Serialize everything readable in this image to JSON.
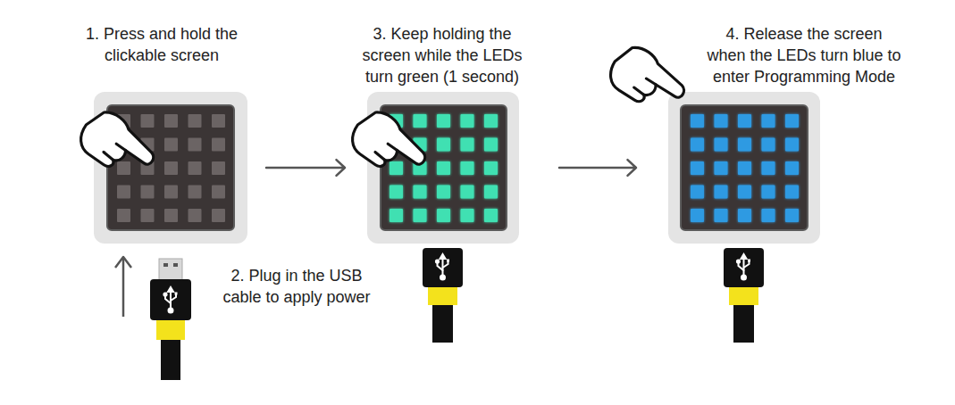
{
  "diagram": {
    "nodes": [
      {
        "text": [
          "1. Press and hold the clickable screen"
        ]
      },
      {
        "text": [
          "3. Keep holding the screen while the LEDs turn green (1 second)"
        ]
      },
      {
        "text": [
          "4. Release the screen when the LEDs turn blue to enter Programming Mode"
        ]
      }
    ],
    "edges": [
      {
        "from": 0,
        "to": 1,
        "arrow": "to"
      },
      {
        "from": 1,
        "to": 2,
        "arrow": "to"
      }
    ],
    "labels": [
      "2. Plug in the USB cable to apply power"
    ]
  }
}
